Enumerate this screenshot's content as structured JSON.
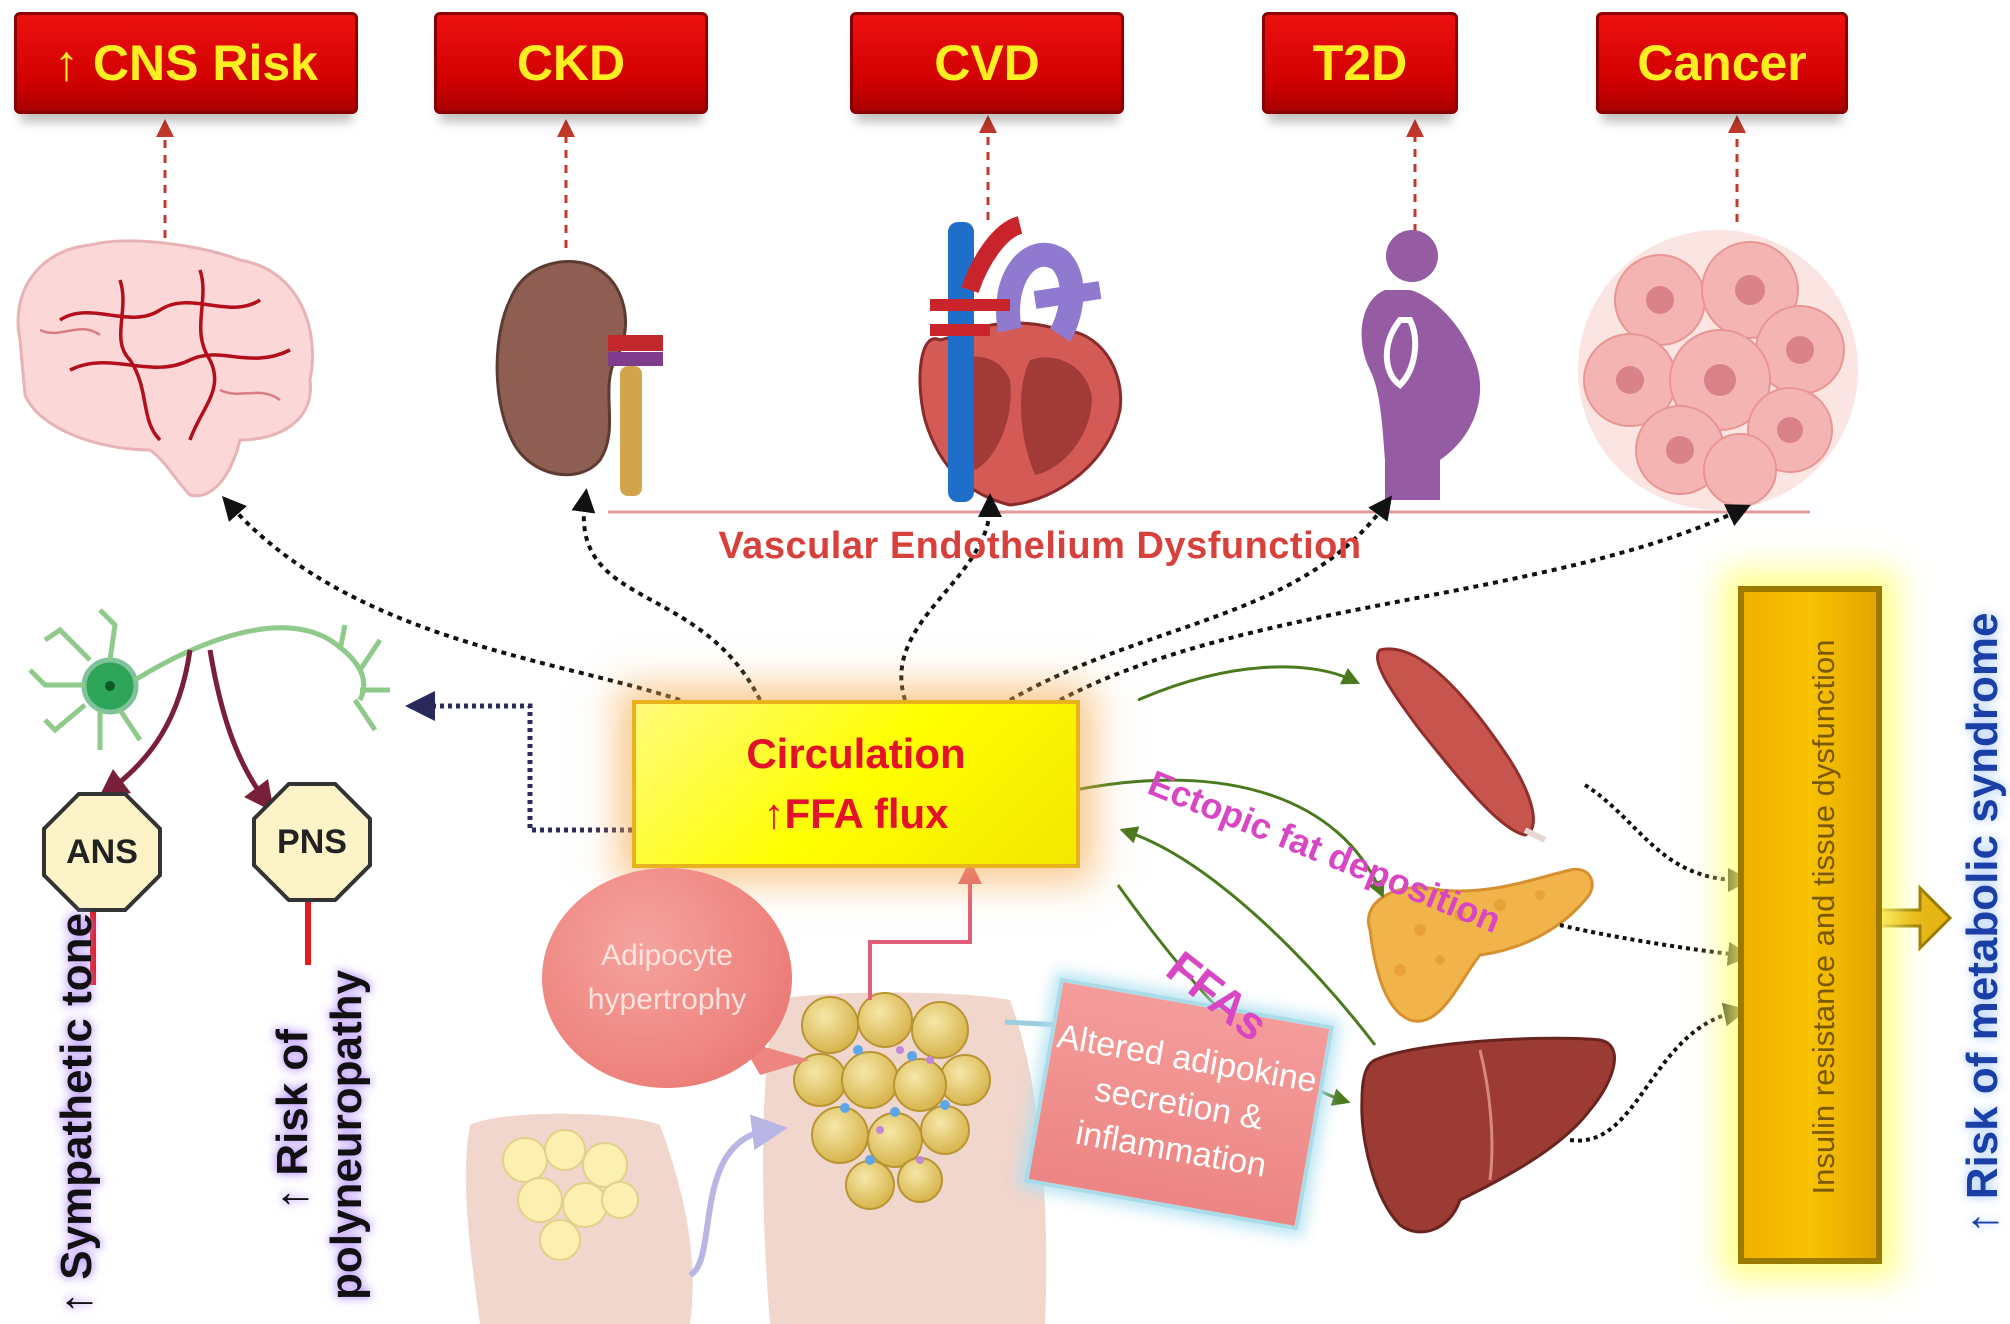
{
  "diseases": [
    "↑ CNS Risk",
    "CKD",
    "CVD",
    "T2D",
    "Cancer"
  ],
  "center": {
    "line1": "Circulation",
    "line2": "↑FFA flux"
  },
  "vascular_label": "Vascular Endothelium Dysfunction",
  "nervous": {
    "ans": "ANS",
    "pns": "PNS",
    "sympathetic": "↑ Sympathetic tone",
    "poly_line1": "↑ Risk of",
    "poly_line2": "polyneuropathy"
  },
  "adipocyte": {
    "line1": "Adipocyte",
    "line2": "hypertrophy"
  },
  "adipokine": {
    "line1": "Altered adipokine",
    "line2": "secretion &",
    "line3": "inflammation"
  },
  "ectopic_label": "Ectopic fat deposition",
  "ffas_label": "FFAs",
  "insulin_label": "Insulin resistance and tissue dysfunction",
  "metabolic_label": "↑ Risk of metabolic syndrome",
  "icons": [
    "brain-icon",
    "kidney-icon",
    "heart-icon",
    "body-silhouette-icon",
    "cancer-cells-icon",
    "neuron-icon",
    "muscle-icon",
    "pancreas-icon",
    "liver-icon",
    "adipose-tissue-icon"
  ],
  "colors": {
    "disease_box": "#d00000",
    "disease_text": "#ffee22",
    "center_box": "#ffff00",
    "center_text": "#e3122a",
    "vascular_text": "#d8403c",
    "ectopic_text": "#d846c4",
    "insulin_bar": "#f0b000",
    "metabolic_text": "#1a3fa6"
  }
}
